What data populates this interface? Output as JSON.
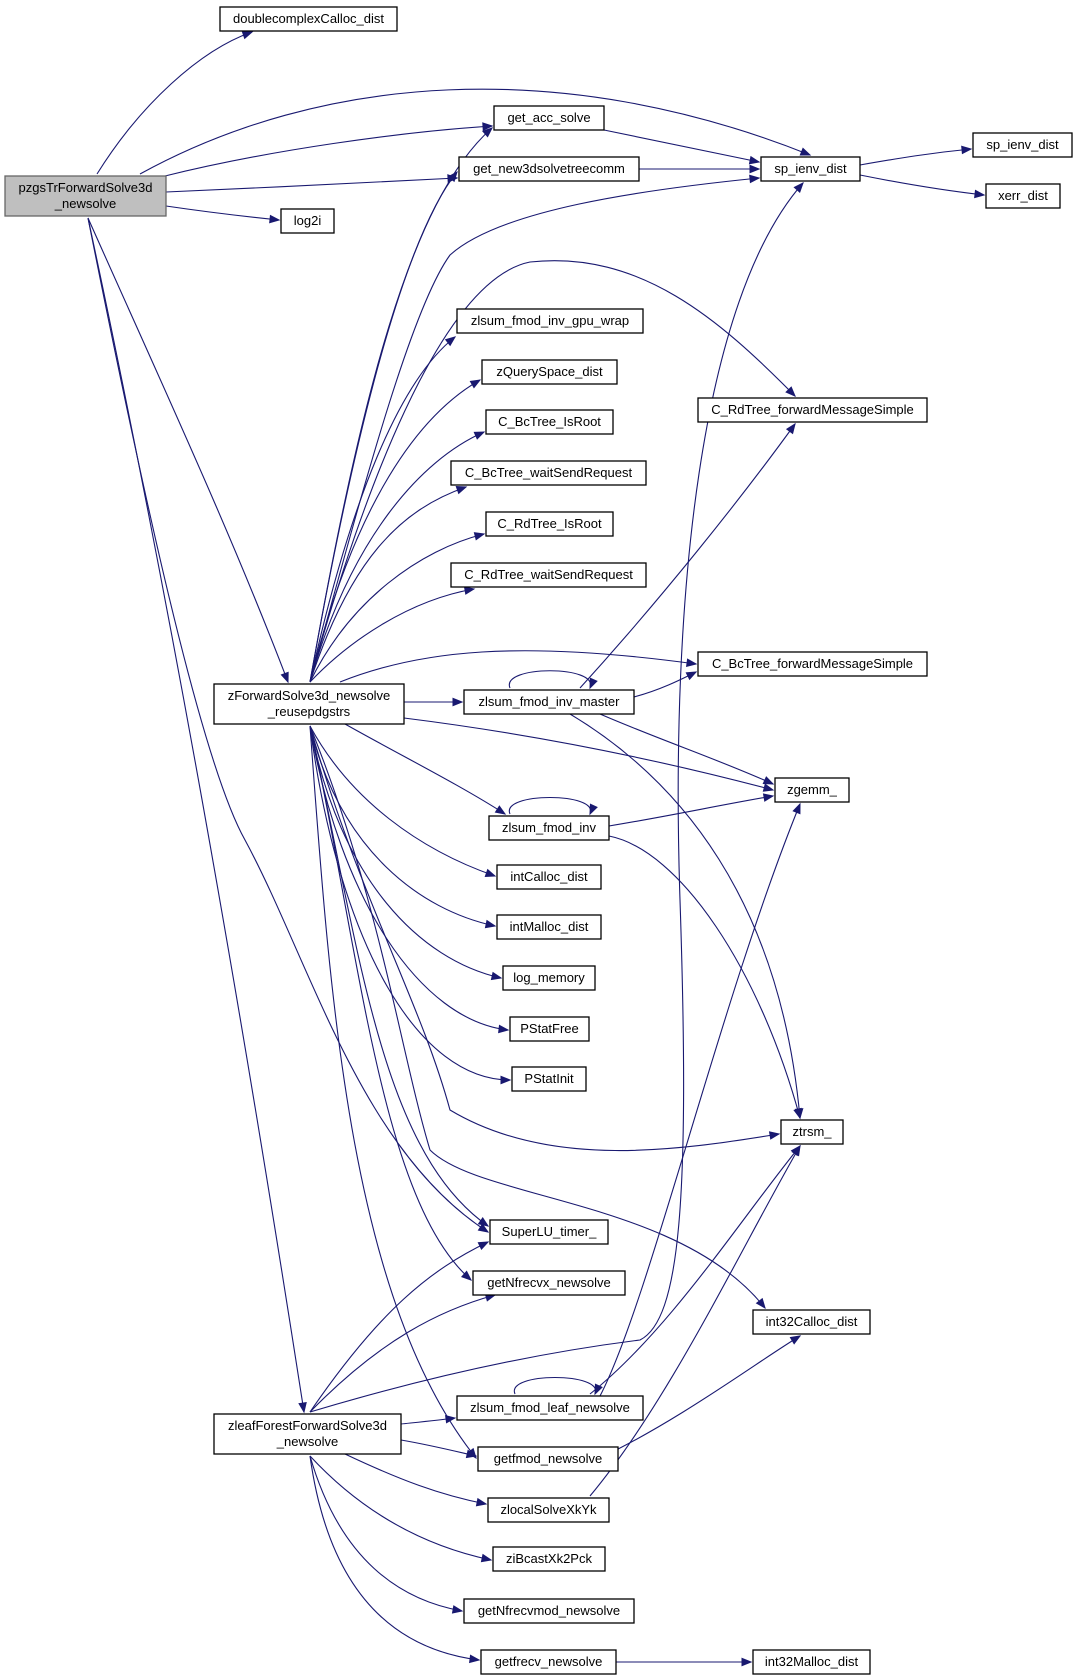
{
  "colors": {
    "edge": "#191970",
    "node_fill": "#ffffff",
    "root_fill": "#bfbfbf",
    "node_stroke": "#000000",
    "root_stroke": "#666666"
  },
  "nodes": {
    "root": {
      "lines": [
        "pzgsTrForwardSolve3d",
        "_newsolve"
      ]
    },
    "doublecomplex_calloc": {
      "lines": [
        "doublecomplexCalloc_dist"
      ]
    },
    "get_acc_solve": {
      "lines": [
        "get_acc_solve"
      ]
    },
    "get_new3dsolvetreecomm": {
      "lines": [
        "get_new3dsolvetreecomm"
      ]
    },
    "log2i": {
      "lines": [
        "log2i"
      ]
    },
    "sp_ienv_dist": {
      "lines": [
        "sp_ienv_dist"
      ]
    },
    "sp_ienv_dist_2": {
      "lines": [
        "sp_ienv_dist"
      ]
    },
    "xerr_dist": {
      "lines": [
        "xerr_dist"
      ]
    },
    "zlsum_fmod_inv_gpu_wrap": {
      "lines": [
        "zlsum_fmod_inv_gpu_wrap"
      ]
    },
    "zqueryspace_dist": {
      "lines": [
        "zQuerySpace_dist"
      ]
    },
    "c_bctree_isroot": {
      "lines": [
        "C_BcTree_IsRoot"
      ]
    },
    "c_bctree_waitsendrequest": {
      "lines": [
        "C_BcTree_waitSendRequest"
      ]
    },
    "c_rdtree_isroot": {
      "lines": [
        "C_RdTree_IsRoot"
      ]
    },
    "c_rdtree_waitsendrequest": {
      "lines": [
        "C_RdTree_waitSendRequest"
      ]
    },
    "c_rdtree_forwardmessagesimple": {
      "lines": [
        "C_RdTree_forwardMessageSimple"
      ]
    },
    "c_bctree_forwardmessagesimple": {
      "lines": [
        "C_BcTree_forwardMessageSimple"
      ]
    },
    "zforwardsolve3d": {
      "lines": [
        "zForwardSolve3d_newsolve",
        "_reusepdgstrs"
      ]
    },
    "zlsum_fmod_inv_master": {
      "lines": [
        "zlsum_fmod_inv_master"
      ]
    },
    "zgemm": {
      "lines": [
        "zgemm_"
      ]
    },
    "zlsum_fmod_inv": {
      "lines": [
        "zlsum_fmod_inv"
      ]
    },
    "intcalloc_dist": {
      "lines": [
        "intCalloc_dist"
      ]
    },
    "intmalloc_dist": {
      "lines": [
        "intMalloc_dist"
      ]
    },
    "log_memory": {
      "lines": [
        "log_memory"
      ]
    },
    "pstatfree": {
      "lines": [
        "PStatFree"
      ]
    },
    "pstatinit": {
      "lines": [
        "PStatInit"
      ]
    },
    "ztrsm": {
      "lines": [
        "ztrsm_"
      ]
    },
    "superlu_timer": {
      "lines": [
        "SuperLU_timer_"
      ]
    },
    "getnfrecvx_newsolve": {
      "lines": [
        "getNfrecvx_newsolve"
      ]
    },
    "int32calloc_dist": {
      "lines": [
        "int32Calloc_dist"
      ]
    },
    "zleafforest": {
      "lines": [
        "zleafForestForwardSolve3d",
        "_newsolve"
      ]
    },
    "zlsum_fmod_leaf_newsolve": {
      "lines": [
        "zlsum_fmod_leaf_newsolve"
      ]
    },
    "getfmod_newsolve": {
      "lines": [
        "getfmod_newsolve"
      ]
    },
    "zlocalsolvexkyk": {
      "lines": [
        "zlocalSolveXkYk"
      ]
    },
    "zibcastxk2pck": {
      "lines": [
        "ziBcastXk2Pck"
      ]
    },
    "getnfrecvmod_newsolve": {
      "lines": [
        "getNfrecvmod_newsolve"
      ]
    },
    "getfrecv_newsolve": {
      "lines": [
        "getfrecv_newsolve"
      ]
    },
    "int32malloc_dist": {
      "lines": [
        "int32Malloc_dist"
      ]
    }
  }
}
